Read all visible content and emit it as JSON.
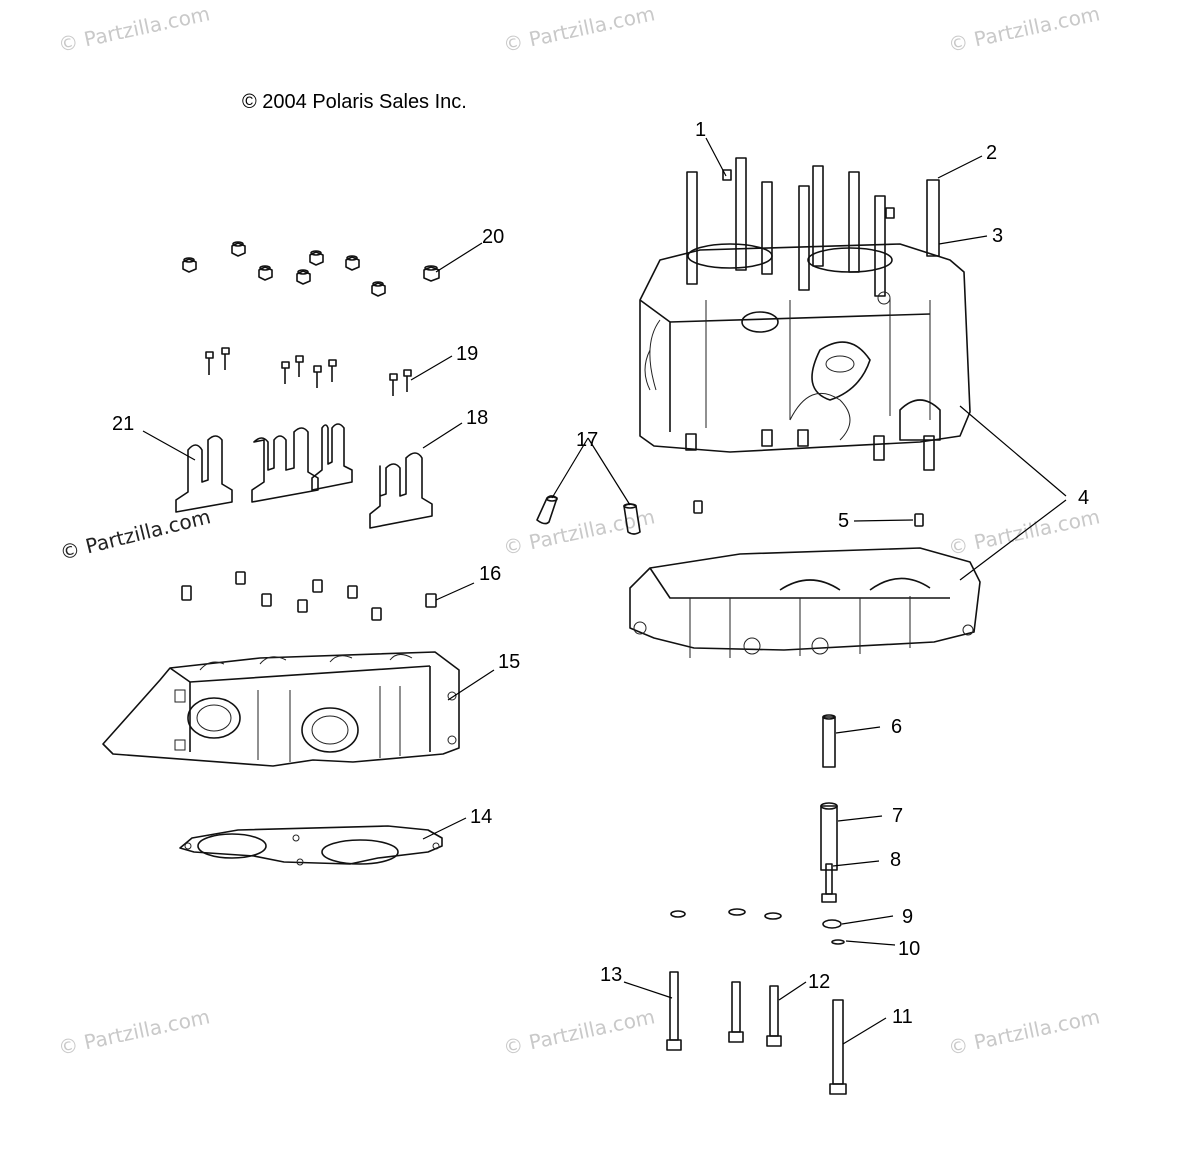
{
  "copyright": "© 2004 Polaris Sales Inc.",
  "watermark": "© Partzilla.com",
  "callouts": [
    "1",
    "2",
    "3",
    "4",
    "5",
    "6",
    "7",
    "8",
    "9",
    "10",
    "11",
    "12",
    "13",
    "14",
    "15",
    "16",
    "17",
    "18",
    "19",
    "20",
    "21"
  ]
}
